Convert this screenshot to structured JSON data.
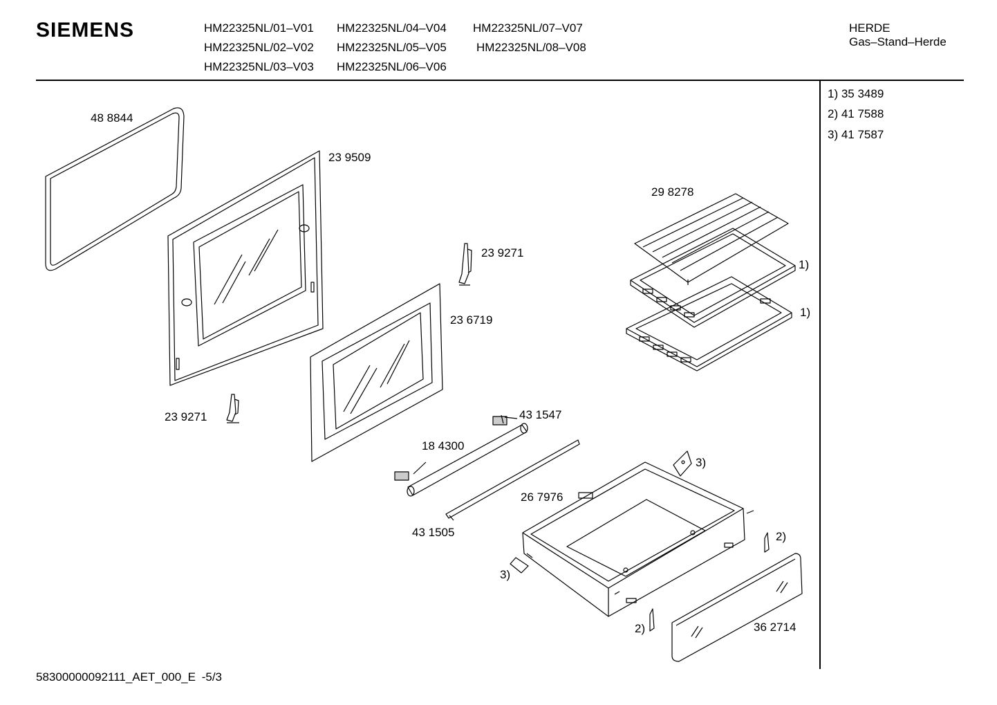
{
  "header": {
    "brand": "SIEMENS",
    "models": [
      "HM22325NL/01–V01",
      "HM22325NL/04–V04",
      "HM22325NL/07–V07",
      "HM22325NL/02–V02",
      "HM22325NL/05–V05",
      "HM22325NL/08–V08",
      "HM22325NL/03–V03",
      "HM22325NL/06–V06"
    ],
    "category": "HERDE",
    "subcategory": "Gas–Stand–Herde"
  },
  "notes": [
    "1) 35 3489",
    "2) 41 7588",
    "3) 41 7587"
  ],
  "parts": {
    "gasket": "48 8844",
    "inner_door": "23 9509",
    "hinge_upper": "23 9271",
    "hinge_lower": "23 9271",
    "outer_door": "23 6719",
    "rack": "29 8278",
    "tray_ref_1a": "1)",
    "tray_ref_1b": "1)",
    "handle_cap": "43 1547",
    "handle": "18 4300",
    "trim_strip": "43 1505",
    "drawer": "26 7976",
    "ref_3_right": "3)",
    "ref_3_left": "3)",
    "ref_2_right": "2)",
    "ref_2_left": "2)",
    "drawer_front": "36 2714"
  },
  "footer": {
    "code": "58300000092111_AET_000_E",
    "page": "-5/3"
  }
}
